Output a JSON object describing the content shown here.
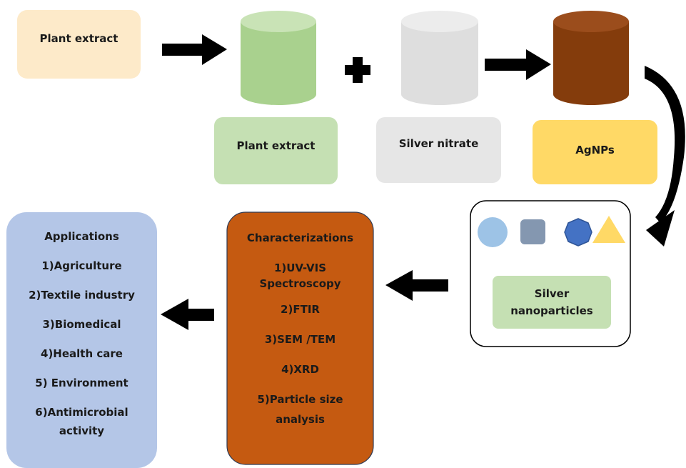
{
  "top": {
    "plant_extract_label": "Plant extract"
  },
  "labels": {
    "plant_extract": "Plant extract",
    "silver_nitrate": "Silver nitrate",
    "agnps": "AgNPs",
    "silver_nanoparticles_line1": "Silver",
    "silver_nanoparticles_line2": "nanoparticles"
  },
  "characterizations": {
    "title": "Characterizations",
    "item1_line1": "1)UV-VIS",
    "item1_line2": "Spectroscopy",
    "item2": "2)FTIR",
    "item3": "3)SEM /TEM",
    "item4": "4)XRD",
    "item5_line1": "5)Particle size",
    "item5_line2": "analysis"
  },
  "applications": {
    "title": "Applications",
    "item1": "1)Agriculture",
    "item2": "2)Textile industry",
    "item3": "3)Biomedical",
    "item4": "4)Health care",
    "item5": "5) Environment",
    "item6_line1": "6)Antimicrobial",
    "item6_line2": "activity"
  },
  "colors": {
    "plant_box": "#fdeac9",
    "green_cylinder": "#a8d18d",
    "green_box": "#c5e0b3",
    "grey_cylinder": "#e0e0e0",
    "grey_box": "#e6e6e6",
    "brown_cylinder": "#843c0c",
    "agnps_box": "#ffd966",
    "char_box": "#c55a11",
    "app_box": "#b4c6e7"
  }
}
